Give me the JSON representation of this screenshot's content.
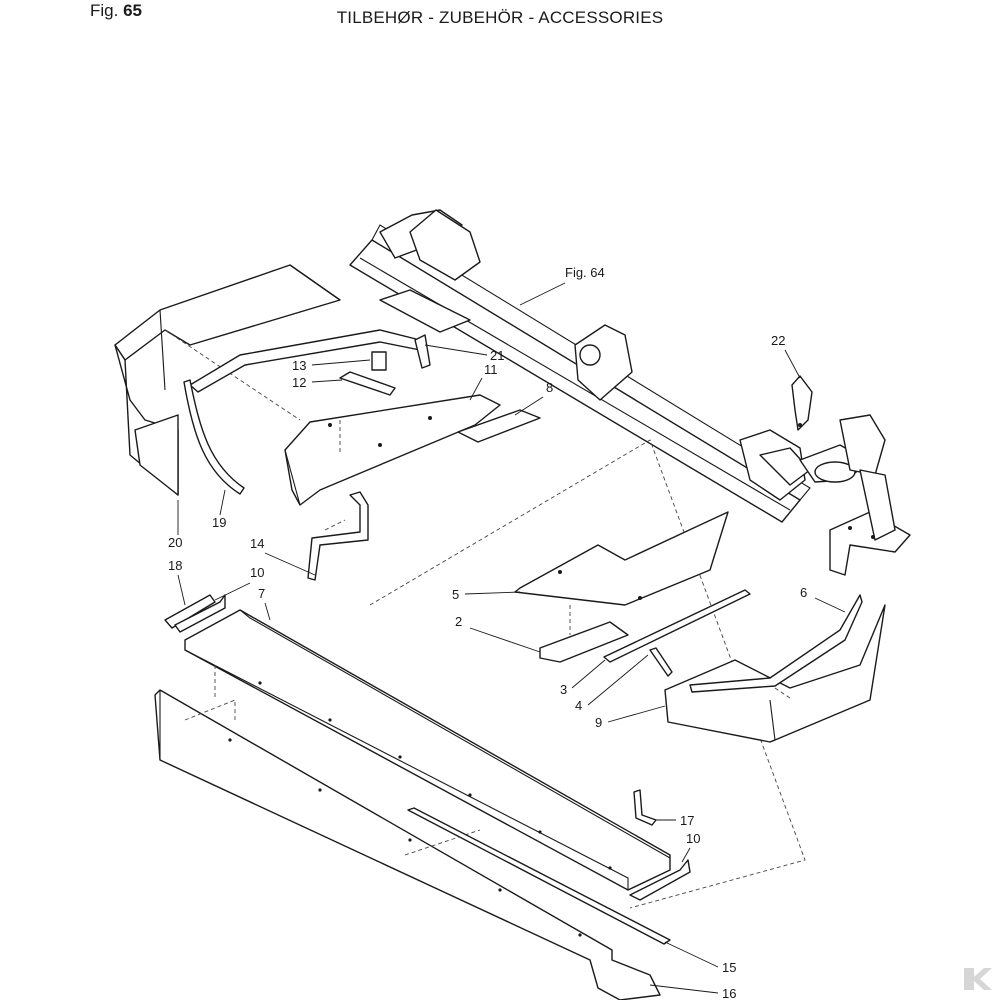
{
  "header": {
    "fig_prefix": "Fig.",
    "fig_number": "65",
    "title": "TILBEHØR - ZUBEHÖR - ACCESSORIES"
  },
  "callouts": {
    "fig64": "Fig. 64",
    "p2": "2",
    "p3": "3",
    "p4": "4",
    "p5": "5",
    "p6": "6",
    "p7": "7",
    "p8": "8",
    "p9": "9",
    "p10a": "10",
    "p10b": "10",
    "p11": "11",
    "p12": "12",
    "p13": "13",
    "p14": "14",
    "p15": "15",
    "p16": "16",
    "p17": "17",
    "p18": "18",
    "p19": "19",
    "p20": "20",
    "p21": "21",
    "p22": "22"
  },
  "icons": {
    "logo": "brand-logo-mark",
    "logo_color": "#d6d6d6"
  }
}
